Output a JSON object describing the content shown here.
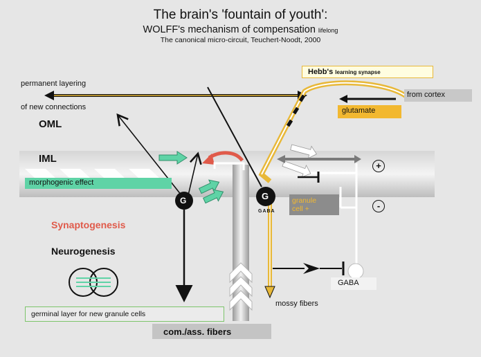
{
  "title": "The brain's 'fountain of youth':",
  "subtitle": "WOLFF's mechanism of compensation",
  "subtitle_suffix": "lifelong",
  "credit": "The canonical micro-circuit, Teuchert-Noodt, 2000",
  "layers": {
    "permanent_layering": "permanent layering",
    "new_connections": "of new connections",
    "oml": "OML",
    "iml": "IML"
  },
  "hebb": {
    "title": "Hebb's",
    "suffix": "learning synapse"
  },
  "from_cortex": "from cortex",
  "glutamate": "glutamate",
  "morphogenic_effect": "morphogenic effect",
  "granule_cell": {
    "symbol": "G",
    "label_line1": "granule",
    "label_line2": "cell +"
  },
  "gaba_cell": {
    "symbol": "G",
    "label": "GABA"
  },
  "signs": {
    "plus": "+",
    "minus": "-"
  },
  "synaptogenesis": "Synaptogenesis",
  "neurogenesis": "Neurogenesis",
  "germinal_layer": "germinal layer for new granule cells",
  "gaba_bottom": "GABA",
  "mossy_fibers": "mossy fibers",
  "com_ass_fibers": "com./ass. fibers",
  "colors": {
    "gold": "#e8b838",
    "green": "#5fd3a6",
    "red": "#e05a4a",
    "glutamate_bg": "#f2b830"
  }
}
